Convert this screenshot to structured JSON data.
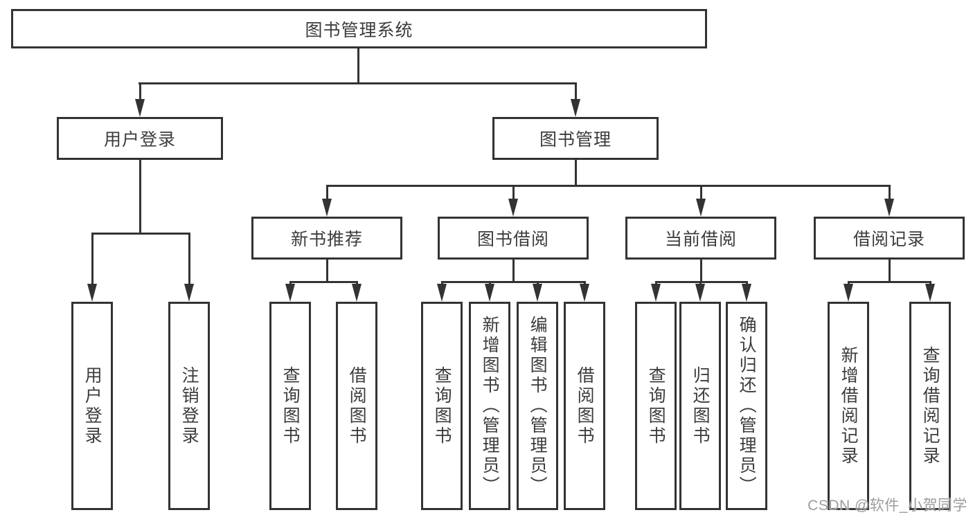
{
  "diagram": {
    "root": {
      "label": "图书管理系统"
    },
    "level2": [
      {
        "label": "用户登录"
      },
      {
        "label": "图书管理"
      }
    ],
    "level3": [
      {
        "label": "新书推荐",
        "parent": "图书管理"
      },
      {
        "label": "图书借阅",
        "parent": "图书管理"
      },
      {
        "label": "当前借阅",
        "parent": "图书管理"
      },
      {
        "label": "借阅记录",
        "parent": "图书管理"
      }
    ],
    "leaves": [
      {
        "label": "用户登录",
        "parent": "用户登录"
      },
      {
        "label": "注销登录",
        "parent": "用户登录"
      },
      {
        "label": "查询图书",
        "parent": "新书推荐"
      },
      {
        "label": "借阅图书",
        "parent": "新书推荐"
      },
      {
        "label": "查询图书",
        "parent": "图书借阅"
      },
      {
        "label": "新增图书（管理员）",
        "parent": "图书借阅"
      },
      {
        "label": "编辑图书（管理员）",
        "parent": "图书借阅"
      },
      {
        "label": "借阅图书",
        "parent": "图书借阅"
      },
      {
        "label": "查询图书",
        "parent": "当前借阅"
      },
      {
        "label": "归还图书",
        "parent": "当前借阅"
      },
      {
        "label": "确认归还（管理员）",
        "parent": "当前借阅"
      },
      {
        "label": "新增借阅记录",
        "parent": "借阅记录"
      },
      {
        "label": "查询借阅记录",
        "parent": "借阅记录"
      }
    ]
  },
  "watermark": {
    "text": "CSDN @软件_小贺同学"
  },
  "colors": {
    "line": "#333333",
    "text": "#3c3c3c",
    "watermark": "#9c9c9c",
    "background": "#ffffff"
  }
}
